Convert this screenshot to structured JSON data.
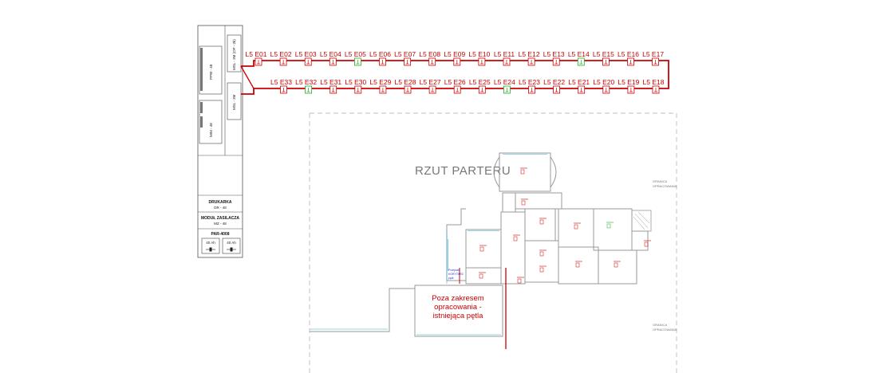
{
  "colors": {
    "loop": "#cc0000",
    "device_standard": "#cc0000",
    "device_special": "#22aa22",
    "walls": "#999999",
    "windows": "#33aacc",
    "note": "#2233cc"
  },
  "panel": {
    "loop_modules": [
      {
        "label": "MSL - 3M (OP - 2k)"
      },
      {
        "label": "MSL - 3M"
      }
    ],
    "mod1_label": "PPW - 48",
    "mod2_label": "MIM - 48",
    "printer": {
      "title": "DRUKARKA",
      "model": "DR - 48"
    },
    "power_supply": {
      "title": "MODUŁ ZASILACZA",
      "model": "MZ - 48"
    },
    "battery": {
      "title": "PAR-4008",
      "cells": [
        "40 Ah",
        "40 Ah"
      ]
    }
  },
  "loop": {
    "top_row": [
      {
        "label": "L5 E01",
        "type": "std"
      },
      {
        "label": "L5 E02",
        "type": "std"
      },
      {
        "label": "L5 E03",
        "type": "std"
      },
      {
        "label": "L5 E04",
        "type": "std"
      },
      {
        "label": "L5 E05",
        "type": "special"
      },
      {
        "label": "L5 E06",
        "type": "std"
      },
      {
        "label": "L5 E07",
        "type": "std"
      },
      {
        "label": "L5 E08",
        "type": "std"
      },
      {
        "label": "L5 E09",
        "type": "std"
      },
      {
        "label": "L5 E10",
        "type": "std"
      },
      {
        "label": "L5 E11",
        "type": "std"
      },
      {
        "label": "L5 E12",
        "type": "std"
      },
      {
        "label": "L5 E13",
        "type": "std"
      },
      {
        "label": "L5 E14",
        "type": "special"
      },
      {
        "label": "L5 E15",
        "type": "std"
      },
      {
        "label": "L5 E16",
        "type": "std"
      },
      {
        "label": "L5 E17",
        "type": "std"
      }
    ],
    "bottom_row": [
      {
        "label": "L5 E33",
        "type": "std"
      },
      {
        "label": "L5 E32",
        "type": "special"
      },
      {
        "label": "L5 E31",
        "type": "std"
      },
      {
        "label": "L5 E30",
        "type": "std"
      },
      {
        "label": "L5 E29",
        "type": "std"
      },
      {
        "label": "L5 E28",
        "type": "std"
      },
      {
        "label": "L5 E27",
        "type": "std"
      },
      {
        "label": "L5 E26",
        "type": "std"
      },
      {
        "label": "L5 E25",
        "type": "std"
      },
      {
        "label": "L5 E24",
        "type": "special"
      },
      {
        "label": "L5 E23",
        "type": "std"
      },
      {
        "label": "L5 E22",
        "type": "std"
      },
      {
        "label": "L5 E21",
        "type": "std"
      },
      {
        "label": "L5 E20",
        "type": "std"
      },
      {
        "label": "L5 E19",
        "type": "std"
      },
      {
        "label": "L5 E18",
        "type": "std"
      }
    ]
  },
  "plan": {
    "title": "RZUT PARTERU",
    "out_of_scope_note": [
      "Poza zakresem",
      "opracowania -",
      "istniejąca pętla"
    ],
    "boundary_labels": [
      "GRANICA",
      "OPRACOWANIA"
    ],
    "blue_note": [
      "Przejście",
      "KORYTARZ",
      "pętli"
    ]
  }
}
